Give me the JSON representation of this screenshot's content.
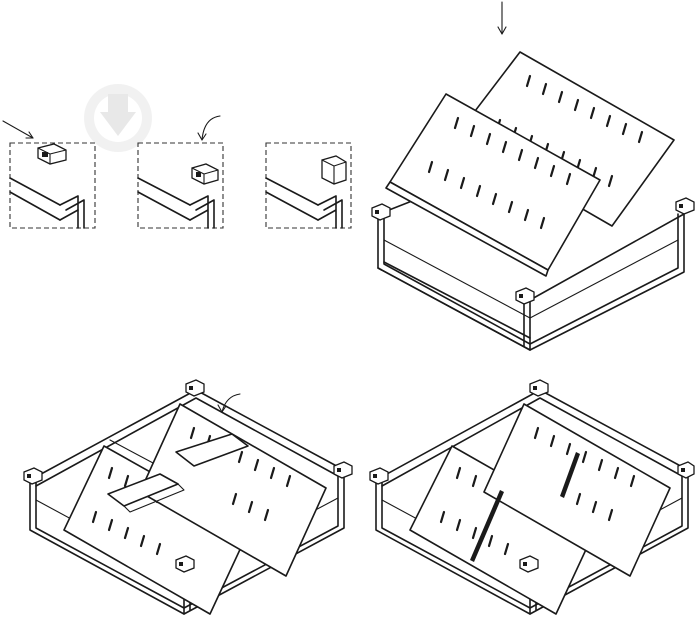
{
  "figure": {
    "kind": "assembly-instructions",
    "colors": {
      "line": "#1a1a1a",
      "background": "#ffffff",
      "watermark": "#e8e8e8"
    },
    "steps": [
      {
        "id": "detail-1",
        "description": "clip-attach",
        "icon": "arrow-pointer-icon"
      },
      {
        "id": "detail-2",
        "description": "clip-rotate",
        "icon": "rotate-arrow-icon"
      },
      {
        "id": "detail-3",
        "description": "clip-locked"
      },
      {
        "id": "step-insert",
        "description": "panels-inserted-into-frame",
        "icon": "down-arrow-icon"
      },
      {
        "id": "step-rotate-panels",
        "description": "panels-rotated",
        "icon": "rotate-arrow-icon"
      },
      {
        "id": "step-final",
        "description": "assembled-rack"
      }
    ]
  }
}
